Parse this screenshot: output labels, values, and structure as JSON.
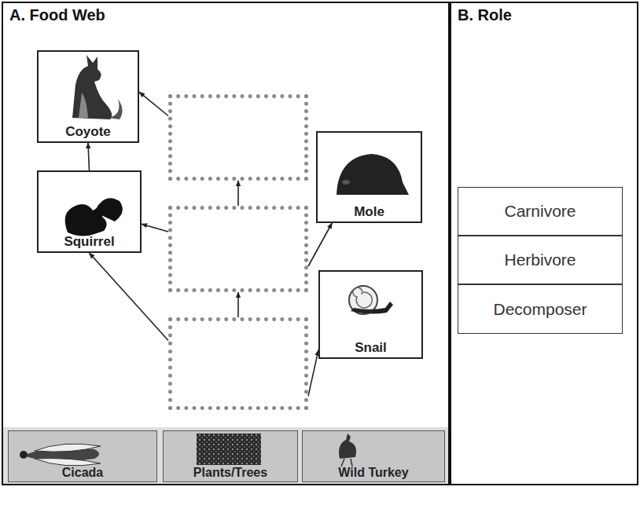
{
  "diagram": {
    "nodes": [
      {
        "text": [
          "A. Food Web"
        ]
      },
      {
        "text": [
          "Coyote"
        ],
        "in": 0
      },
      {
        "text": [],
        "in": 0
      },
      {
        "text": [
          "Squirrel"
        ],
        "in": 0
      },
      {
        "text": [],
        "in": 0
      },
      {
        "text": [
          "Mole"
        ],
        "in": 0
      },
      {
        "text": [],
        "in": 0
      },
      {
        "text": [
          "Snail"
        ],
        "in": 0
      },
      {
        "text": [
          "Cicada"
        ],
        "in": 0
      },
      {
        "text": [
          "Plants/Trees"
        ],
        "in": 0
      },
      {
        "text": [
          "Wild Turkey"
        ],
        "in": 0
      },
      {
        "text": [
          "B. Role"
        ]
      },
      {
        "text": [
          "Carnivore"
        ],
        "in": 11
      },
      {
        "text": [
          "Herbivore"
        ],
        "in": 11
      },
      {
        "text": [
          "Decomposer"
        ],
        "in": 11
      }
    ],
    "edges": [
      {
        "from": 3,
        "to": 1,
        "arrow": "to"
      },
      {
        "from": 2,
        "to": 1,
        "arrow": "to"
      },
      {
        "from": 4,
        "to": 2,
        "arrow": "to"
      },
      {
        "from": 4,
        "to": 3,
        "arrow": "to"
      },
      {
        "from": 4,
        "to": 5,
        "arrow": "to"
      },
      {
        "from": 6,
        "to": 4,
        "arrow": "to"
      },
      {
        "from": 6,
        "to": 3,
        "arrow": "to"
      },
      {
        "from": 6,
        "to": 7,
        "arrow": "to"
      }
    ]
  }
}
